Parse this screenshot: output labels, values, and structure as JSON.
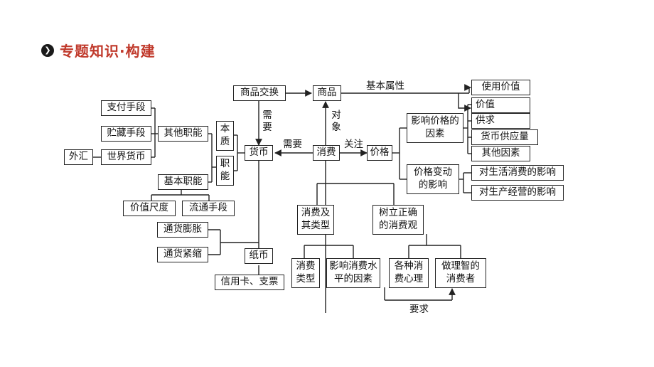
{
  "header": {
    "title": "专题知识·构建",
    "icon": "circle-chevron-right-icon"
  },
  "nodes": {
    "shangpin_jiaohuan": "商品交换",
    "shangpin": "商品",
    "shiyong_jiazhi": "使用价值",
    "jiazhi": "价值",
    "gongqiu": "供求",
    "huobi_gongyingliang": "货币供应量",
    "qita_yinsu": "其他因素",
    "yingxiang_jiage": "影响价格的因素",
    "jiage_biandong": "价格变动的影响",
    "dui_shenghuo": "对生活消费的影响",
    "dui_shengchan": "对生产经营的影响",
    "jiage": "价格",
    "xiaofei": "消费",
    "huobi": "货币",
    "zhifu_shouduan": "支付手段",
    "zhucang_shouduan": "贮藏手段",
    "qita_zhineng": "其他职能",
    "waihui": "外汇",
    "shijie_huobi": "世界货币",
    "benzhi": "本质",
    "zhineng": "职能",
    "jiben_zhineng": "基本职能",
    "jiazhi_chidu": "价值尺度",
    "liutong_shouduan": "流通手段",
    "tonghuo_pengzhang": "通货膨胀",
    "tonghuo_jinsuo": "通货紧缩",
    "zhibi": "纸币",
    "xinyongka": "信用卡、支票",
    "xiaofei_jileixing": "消费及其类型",
    "shuli_xiaofeiguan": "树立正确的消费观",
    "xiaofei_leixing": "消费类型",
    "yingxiang_xiaofei_shuiping": "影响消费水平的因素",
    "gezhong_xiaofei_xinli": "各种消费心理",
    "zuo_lizhi_xiaofeizhe": "做理智的消费者"
  },
  "edge_labels": {
    "jiben_shuxing": "基本属性",
    "xuyao_v": "需要",
    "duixiang": "对象",
    "xuyao_h": "需要",
    "guanzhu": "关注",
    "yaoqiu": "要求"
  }
}
